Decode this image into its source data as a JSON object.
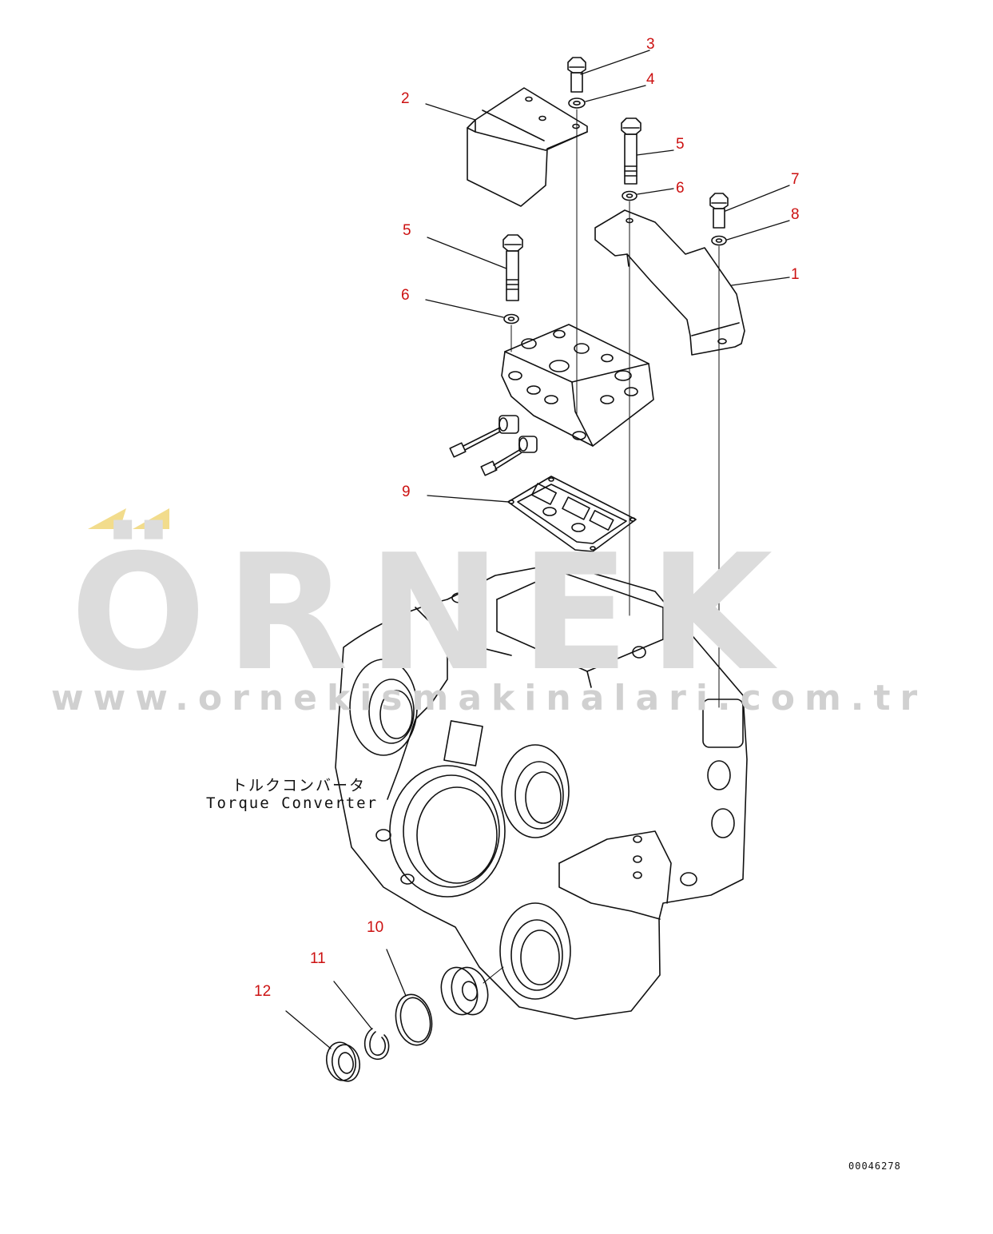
{
  "watermark": {
    "brand": "ÖRNEK",
    "url": "www.ornekismakinalari.com.tr",
    "accent_color": "#f2dc8c"
  },
  "diagram": {
    "callouts": [
      "3",
      "4",
      "2",
      "5",
      "6",
      "7",
      "8",
      "1",
      "5",
      "6",
      "9",
      "10",
      "11",
      "12"
    ],
    "caption_jp": "トルクコンバータ",
    "caption_en": "Torque Converter",
    "drawing_id": "00046278",
    "callout_color": "#cc1111",
    "line_color": "#111111"
  }
}
